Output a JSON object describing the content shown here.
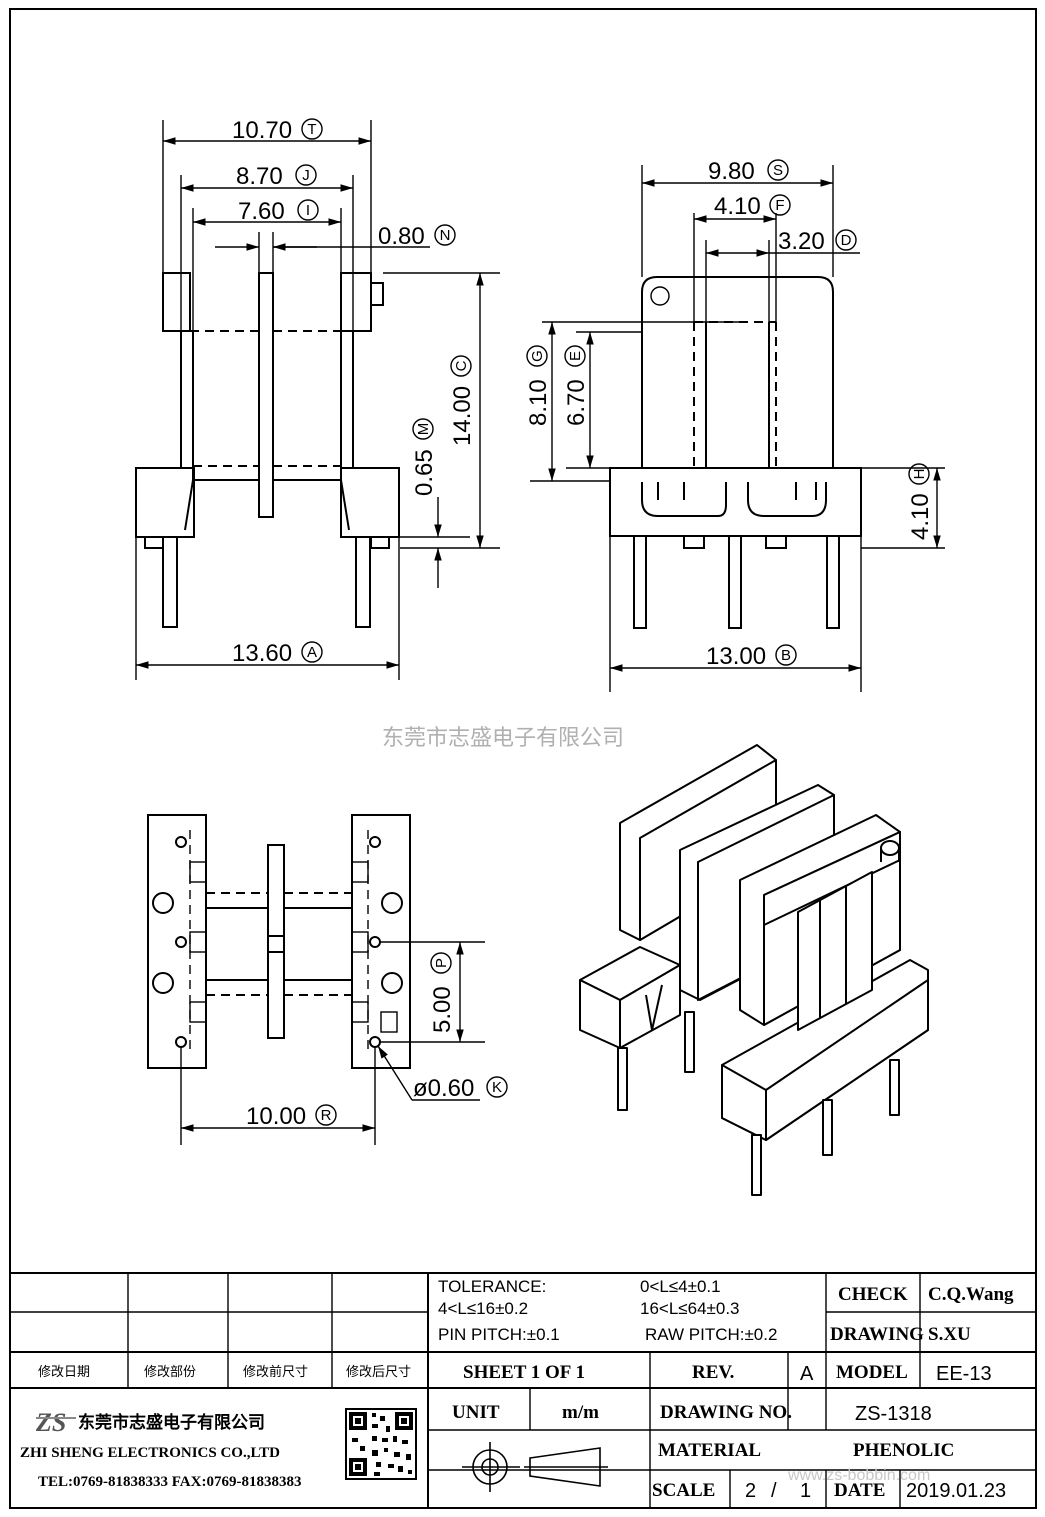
{
  "watermark": "东莞市志盛电子有限公司",
  "website": "www.zs-bobbin.com",
  "dimensions": {
    "T": {
      "value": "10.70",
      "letter": "T"
    },
    "J": {
      "value": "8.70",
      "letter": "J"
    },
    "I": {
      "value": "7.60",
      "letter": "I"
    },
    "N": {
      "value": "0.80",
      "letter": "N"
    },
    "C": {
      "value": "14.00",
      "letter": "C"
    },
    "M": {
      "value": "0.65",
      "letter": "M"
    },
    "A": {
      "value": "13.60",
      "letter": "A"
    },
    "S": {
      "value": "9.80",
      "letter": "S"
    },
    "F": {
      "value": "4.10",
      "letter": "F"
    },
    "D": {
      "value": "3.20",
      "letter": "D"
    },
    "G": {
      "value": "8.10",
      "letter": "G"
    },
    "E": {
      "value": "6.70",
      "letter": "E"
    },
    "H": {
      "value": "4.10",
      "letter": "H"
    },
    "B": {
      "value": "13.00",
      "letter": "B"
    },
    "P": {
      "value": "5.00",
      "letter": "P"
    },
    "R": {
      "value": "10.00",
      "letter": "R"
    },
    "K": {
      "value": "ø0.60",
      "letter": "K"
    }
  },
  "title_block": {
    "tolerance_label": "TOLERANCE:",
    "tol_1": "0<L≤4±0.1",
    "tol_2": "4<L≤16±0.2",
    "tol_3": "16<L≤64±0.3",
    "pin_pitch": "PIN PITCH:±0.1",
    "raw_pitch": "RAW PITCH:±0.2",
    "check_label": "CHECK",
    "check_value": "C.Q.Wang",
    "drawing_label": "DRAWING",
    "drawing_value": "S.XU",
    "rev_date_label": "修改日期",
    "rev_part_label": "修改部份",
    "rev_before_label": "修改前尺寸",
    "rev_after_label": "修改后尺寸",
    "sheet": "SHEET  1  OF  1",
    "rev_label": "REV.",
    "rev_value": "A",
    "model_label": "MODEL",
    "model_value": "EE-13",
    "unit_label": "UNIT",
    "unit_value": "m/m",
    "drawing_no_label": "DRAWING  NO.",
    "drawing_no_value": "ZS-1318",
    "material_label": "MATERIAL",
    "material_value": "PHENOLIC",
    "scale_label": "SCALE",
    "scale_a": "2",
    "scale_sep": "/",
    "scale_b": "1",
    "date_label": "DATE",
    "date_value": "2019.01.23",
    "company_cn": "东莞市志盛电子有限公司",
    "company_en": "ZHI SHENG  ELECTRONICS CO.,LTD",
    "contact": "TEL:0769-81838333 FAX:0769-81838383",
    "logo_text": "ZS"
  }
}
